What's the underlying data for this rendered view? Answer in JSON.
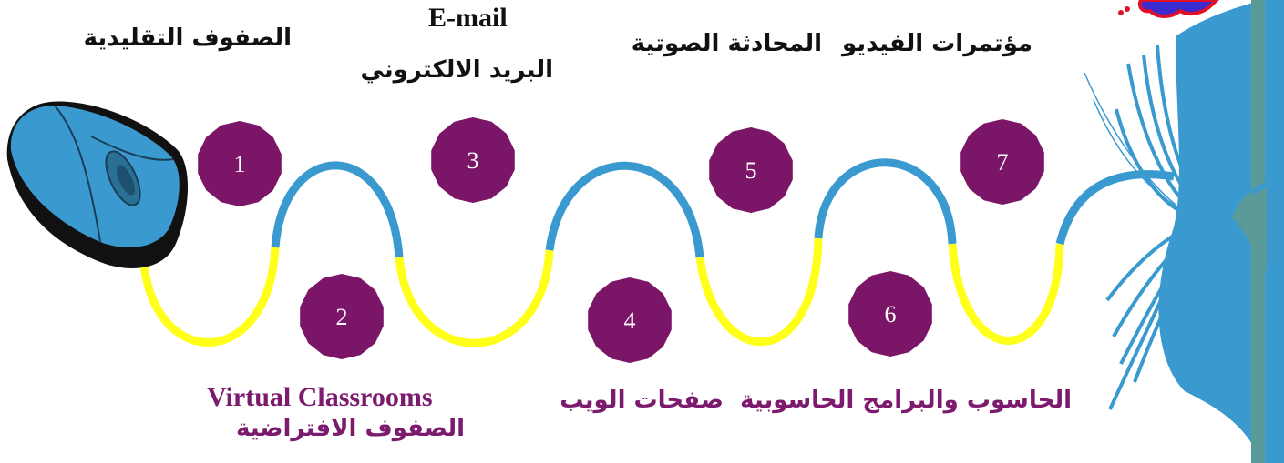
{
  "colors": {
    "circle": "#7b1568",
    "curve_blue": "#3a9ad0",
    "curve_yellow": "#ffff1a",
    "book_blue": "#3a9ad0",
    "book_spine": "#5a9a98",
    "mouse_blue": "#3a9ad0",
    "bottom_label": "#7c1a6e"
  },
  "icons": [
    "computer-mouse-icon",
    "open-book-icon"
  ],
  "steps": [
    {
      "number": "1",
      "label": "الصفوف التقليدية"
    },
    {
      "number": "2",
      "label": "الصفوف الافتراضية",
      "label_en": "Virtual Classrooms"
    },
    {
      "number": "3",
      "label": "البريد الالكتروني",
      "label_en": "E-mail"
    },
    {
      "number": "4",
      "label": "صفحات الويب"
    },
    {
      "number": "5",
      "label": "المحادثة الصوتية"
    },
    {
      "number": "6",
      "label": "الحاسوب والبرامج الحاسوبية"
    },
    {
      "number": "7",
      "label": "مؤتمرات الفيديو"
    }
  ]
}
